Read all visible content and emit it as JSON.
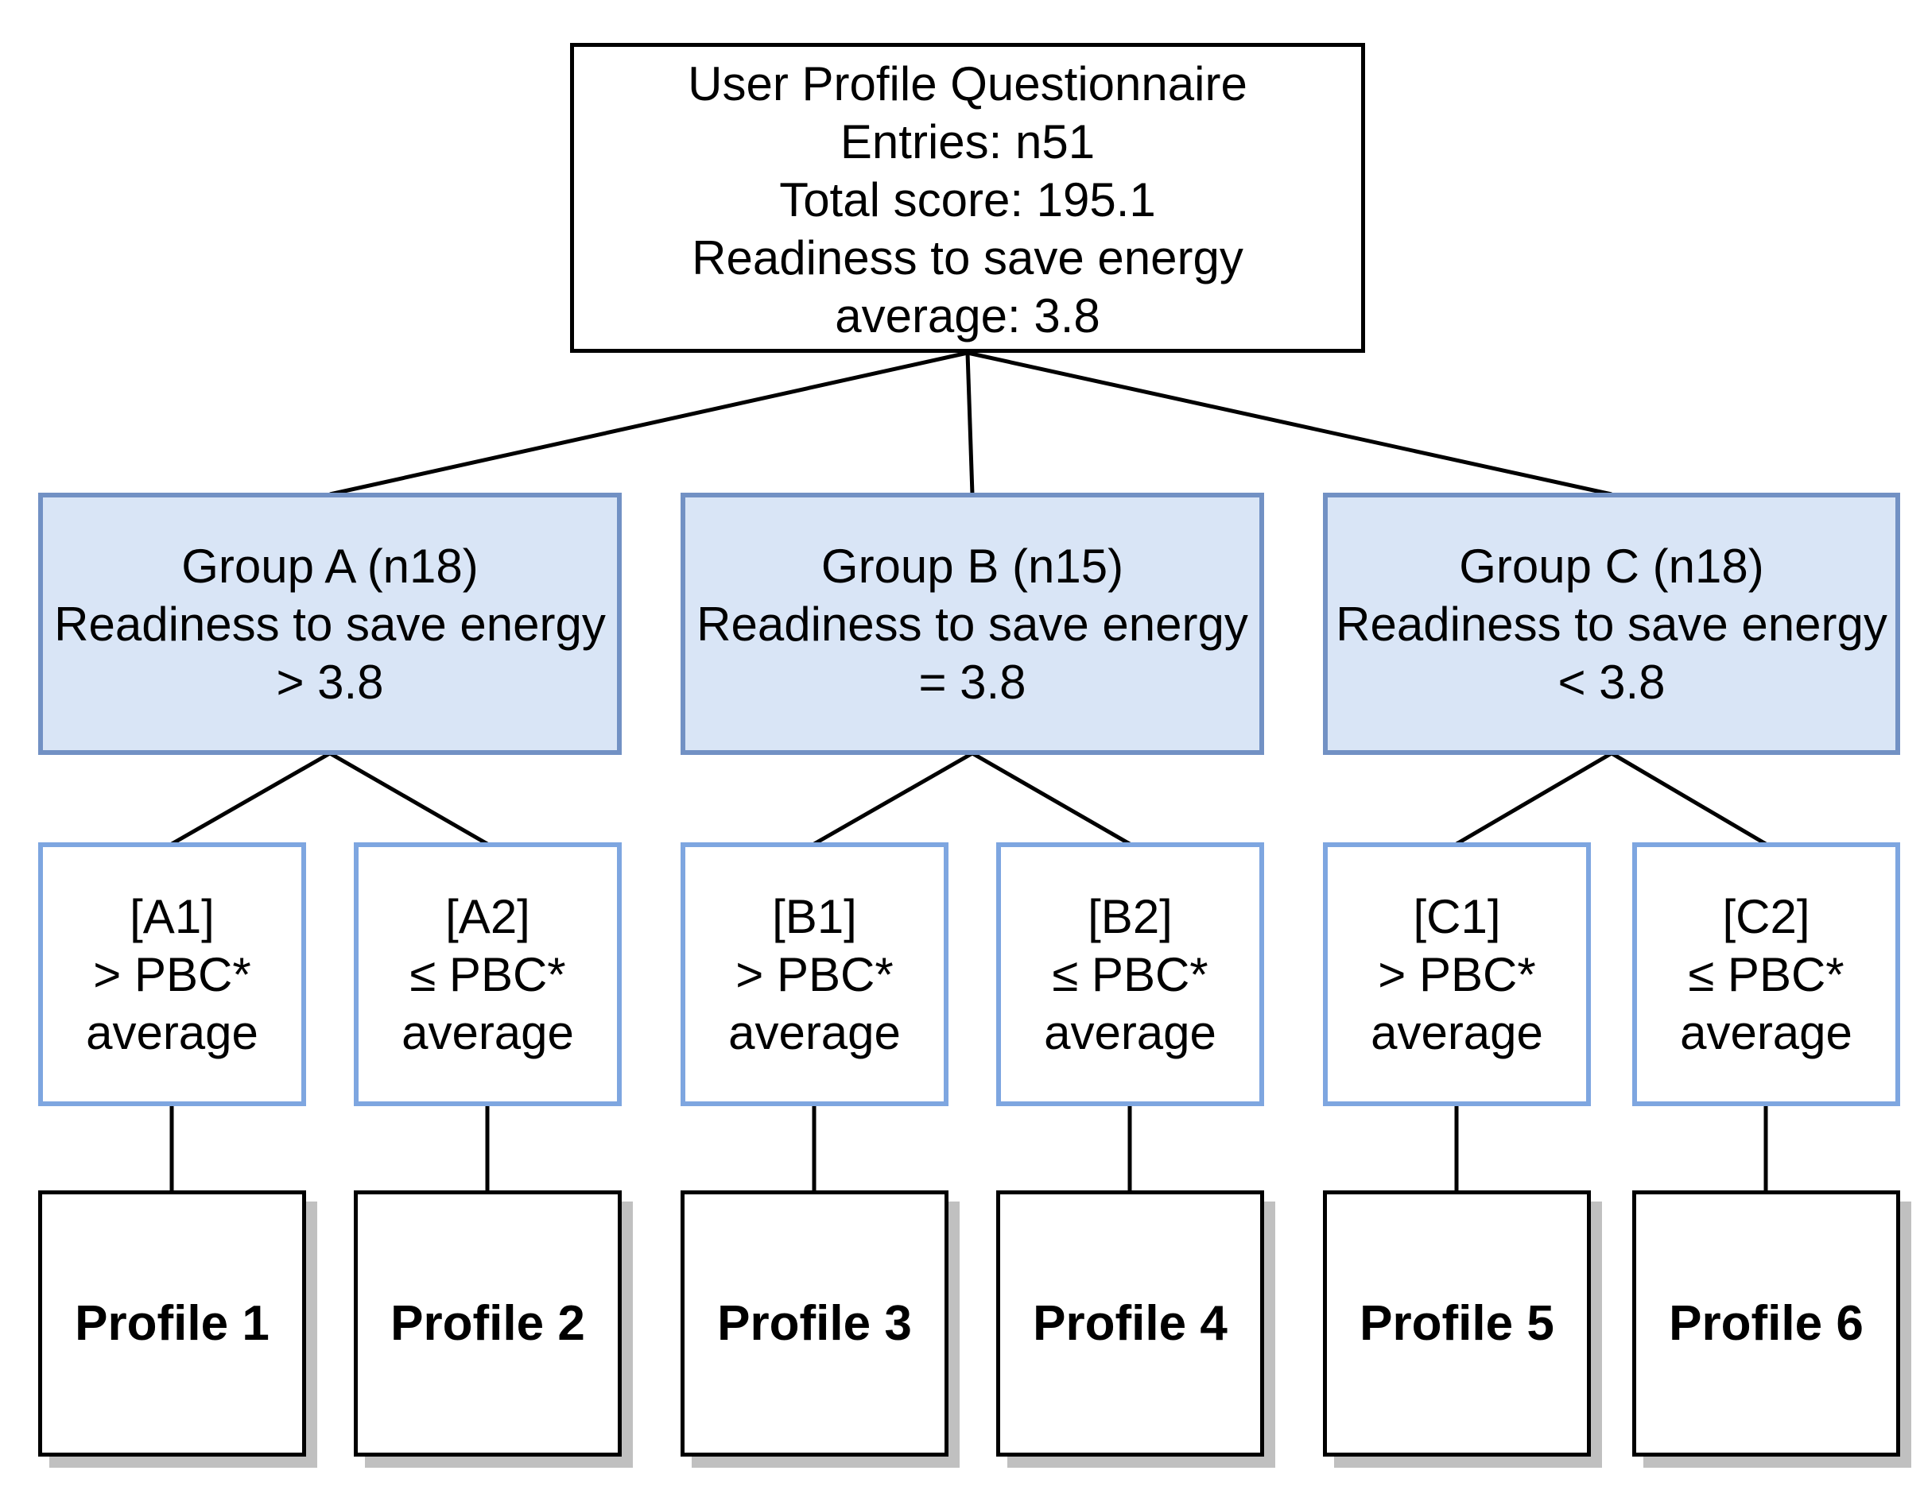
{
  "colors": {
    "group-fill": "#d9e5f6",
    "group-border": "#7291c4",
    "sub-border": "#7ea6e0",
    "node-border": "#000000",
    "connector": "#000000",
    "shadow": "#c0c0c0"
  },
  "root": {
    "lines": [
      "User Profile Questionnaire",
      "Entries: n51",
      "Total score: 195.1",
      "Readiness to save energy",
      "average: 3.8"
    ]
  },
  "groups": [
    {
      "lines": [
        "Group A (n18)",
        "Readiness to save energy",
        "> 3.8"
      ]
    },
    {
      "lines": [
        "Group B (n15)",
        "Readiness to save energy",
        "= 3.8"
      ]
    },
    {
      "lines": [
        "Group C (n18)",
        "Readiness to save energy",
        "< 3.8"
      ]
    }
  ],
  "subgroups": [
    {
      "lines": [
        "[A1]",
        "> PBC*",
        "average"
      ]
    },
    {
      "lines": [
        "[A2]",
        "≤ PBC*",
        "average"
      ]
    },
    {
      "lines": [
        "[B1]",
        "> PBC*",
        "average"
      ]
    },
    {
      "lines": [
        "[B2]",
        "≤ PBC*",
        "average"
      ]
    },
    {
      "lines": [
        "[C1]",
        "> PBC*",
        "average"
      ]
    },
    {
      "lines": [
        "[C2]",
        "≤ PBC*",
        "average"
      ]
    }
  ],
  "profiles": [
    {
      "label": "Profile 1"
    },
    {
      "label": "Profile 2"
    },
    {
      "label": "Profile 3"
    },
    {
      "label": "Profile 4"
    },
    {
      "label": "Profile 5"
    },
    {
      "label": "Profile 6"
    }
  ]
}
